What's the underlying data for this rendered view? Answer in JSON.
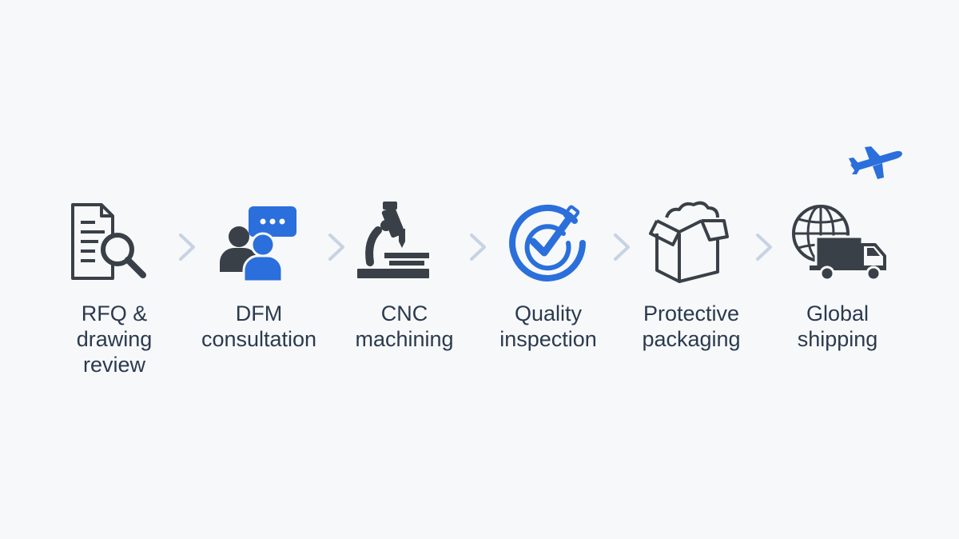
{
  "colors": {
    "dark": "#3a4048",
    "blue": "#2a6fdb",
    "chevron": "#c7d3e2",
    "text": "#2b3a4e",
    "background": "#f7f8f9"
  },
  "steps": [
    {
      "label": "RFQ &\ndrawing\nreview",
      "icon": "document-search-icon"
    },
    {
      "label": "DFM\nconsultation",
      "icon": "people-chat-icon"
    },
    {
      "label": "CNC\nmachining",
      "icon": "microscope-machine-icon"
    },
    {
      "label": "Quality\ninspection",
      "icon": "checkmark-circle-icon"
    },
    {
      "label": "Protective\npackaging",
      "icon": "box-icon"
    },
    {
      "label": "Global\nshipping",
      "icon": "globe-truck-icon"
    }
  ],
  "extra_icon": "airplane-icon"
}
